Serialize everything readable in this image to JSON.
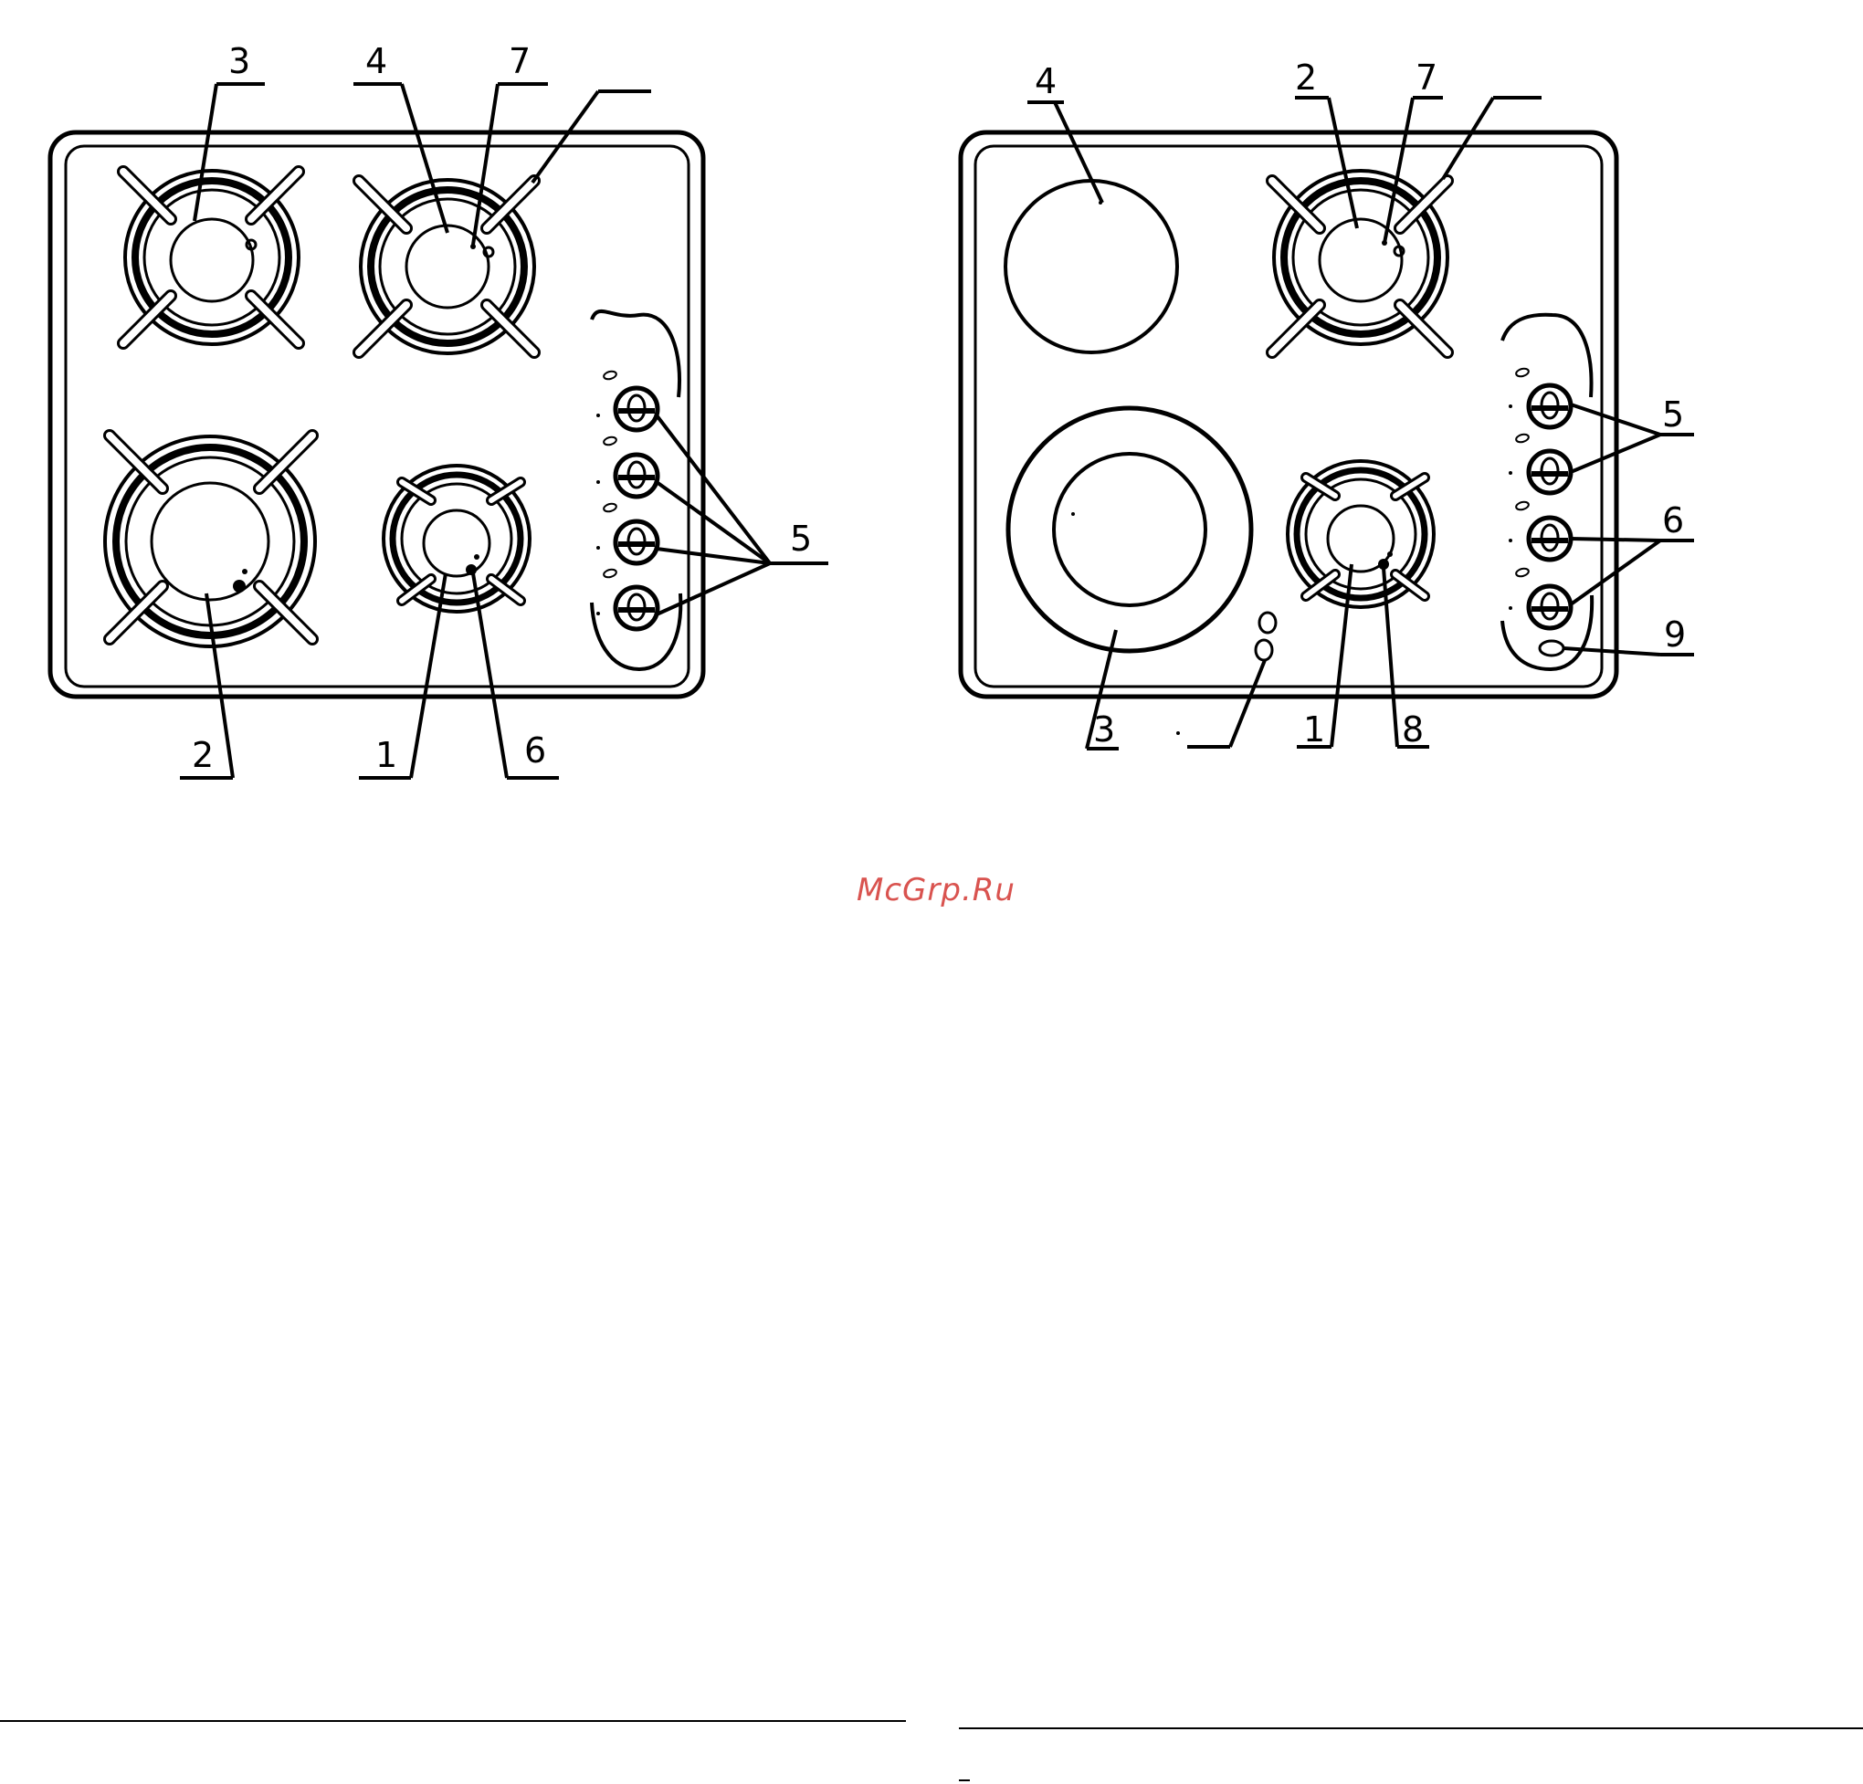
{
  "watermark": "McGrp.Ru",
  "left_hob": {
    "labels": {
      "small_burner": "1",
      "large_burner": "2",
      "rear_left_burner": "3",
      "rear_right_burner": "4",
      "control_knobs": "5",
      "ignition_electrode": "6",
      "thermocouple": "7"
    }
  },
  "right_hob": {
    "labels": {
      "small_burner": "1",
      "gas_burner": "2",
      "large_hotplate": "3",
      "small_hotplate": "4",
      "gas_knobs": "5",
      "hotplate_knobs": "6",
      "thermocouple": "7",
      "ignition_electrode": "8",
      "indicator_light": "9"
    }
  }
}
